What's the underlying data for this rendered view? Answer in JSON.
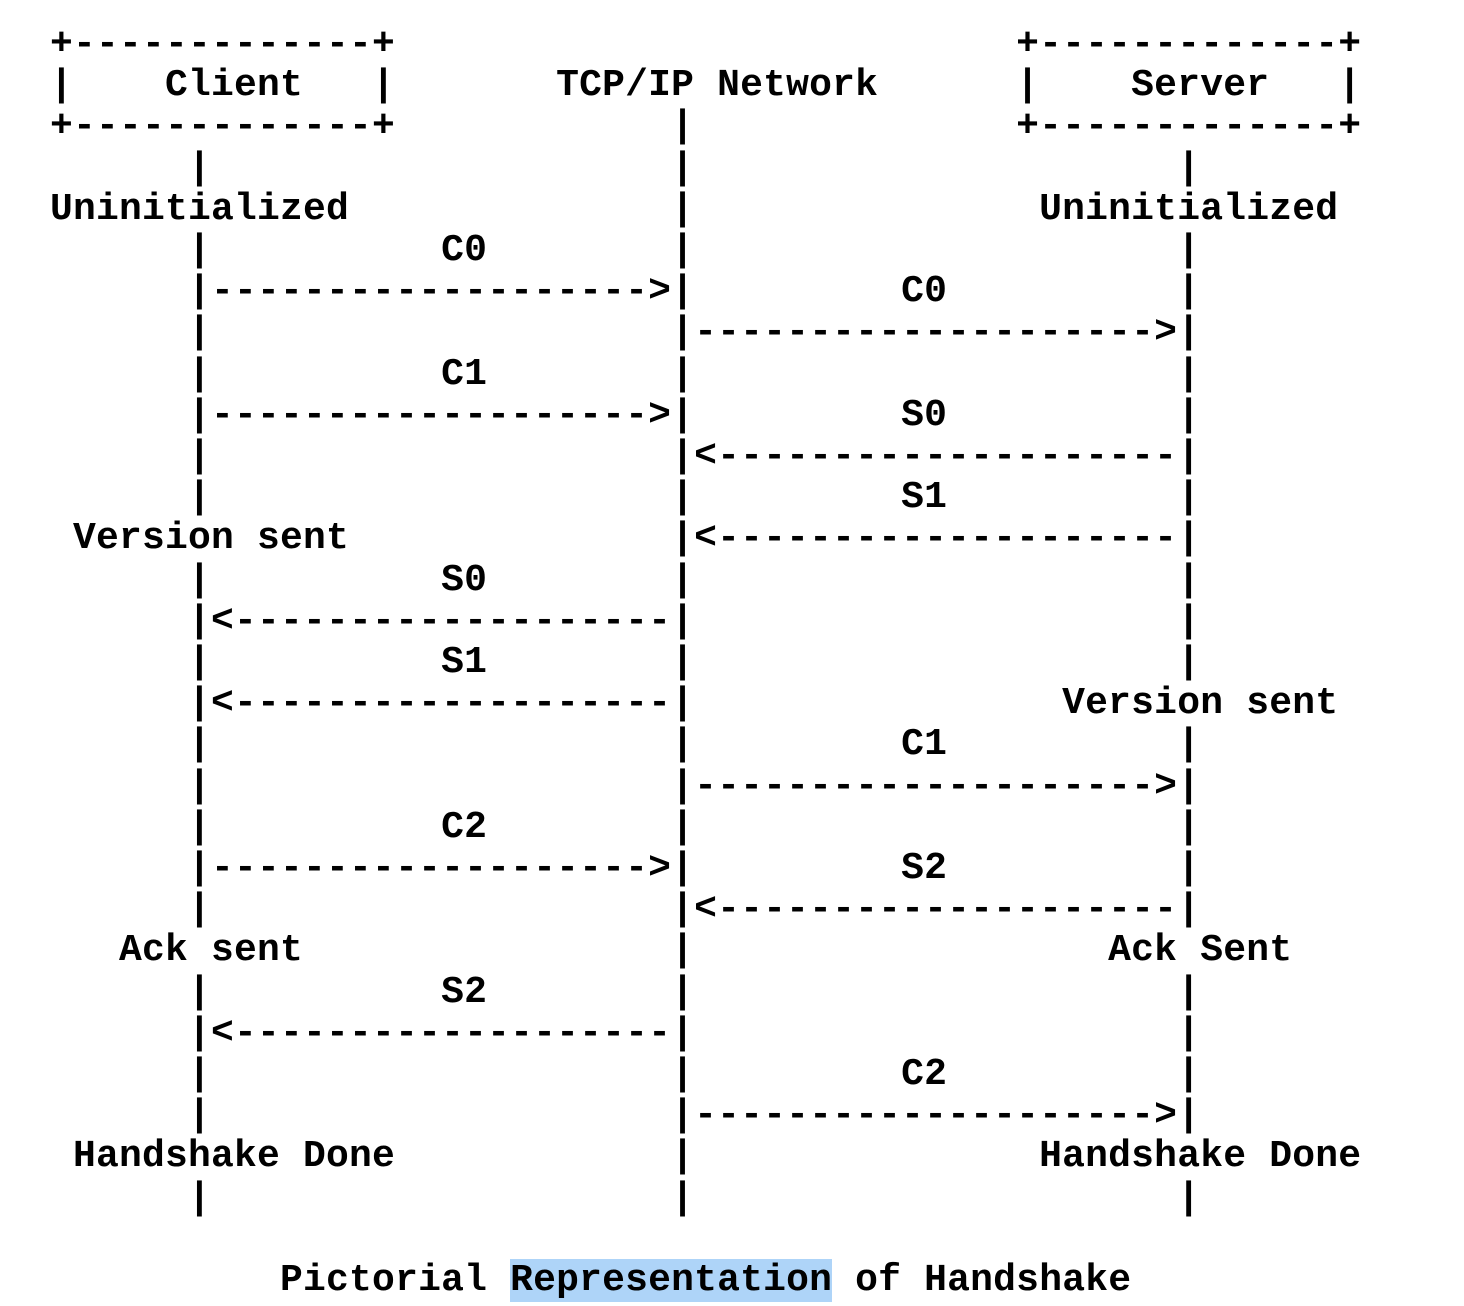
{
  "diagram": {
    "ascii": "  +-------------+                           +-------------+\n  |    Client   |       TCP/IP Network      |    Server   |\n  +-------------+            |              +-------------+\n        |                    |                     |\n  Uninitialized              |               Uninitialized\n        |          C0        |                     |\n        |------------------->|         C0          |\n        |                    |-------------------->|\n        |          C1        |                     |\n        |------------------->|         S0          |\n        |                    |<--------------------|\n        |                    |         S1          |\n   Version sent              |<--------------------|\n        |          S0        |                     |\n        |<-------------------|                     |\n        |          S1        |                     |\n        |<-------------------|                Version sent\n        |                    |         C1          |\n        |                    |-------------------->|\n        |          C2        |                     |\n        |------------------->|         S2          |\n        |                    |<--------------------|\n     Ack sent                |                  Ack Sent\n        |          S2        |                     |\n        |<-------------------|                     |\n        |                    |         C2          |\n        |                    |-------------------->|\n   Handshake Done            |               Handshake Done\n        |                    |                     |",
    "participants": [
      "Client",
      "TCP/IP Network",
      "Server"
    ],
    "messages_from_client": [
      "C0",
      "C1",
      "C2"
    ],
    "messages_from_server": [
      "S0",
      "S1",
      "S2"
    ],
    "client_states": [
      "Uninitialized",
      "Version sent",
      "Ack sent",
      "Handshake Done"
    ],
    "server_states": [
      "Uninitialized",
      "Version sent",
      "Ack Sent",
      "Handshake Done"
    ]
  },
  "caption": {
    "before": "            Pictorial ",
    "highlight": "Representation",
    "after": " of Handshake",
    "full_text": "Pictorial Representation of Handshake",
    "highlight_color": "#aed4f8"
  },
  "colors": {
    "background": "#ffffff",
    "text": "#000000"
  }
}
